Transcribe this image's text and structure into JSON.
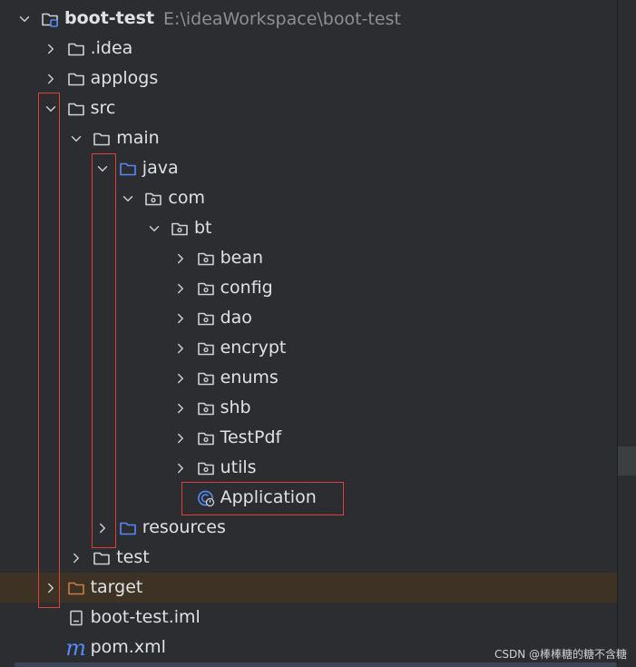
{
  "project": {
    "name": "boot-test",
    "path": "E:\\ideaWorkspace\\boot-test"
  },
  "rows": [
    {
      "label": "boot-test",
      "depth": 1,
      "chevron": "down",
      "icon": "module-folder-icon",
      "bold": true,
      "path": true
    },
    {
      "label": ".idea",
      "depth": 2,
      "chevron": "right",
      "icon": "folder-icon"
    },
    {
      "label": "applogs",
      "depth": 2,
      "chevron": "right",
      "icon": "folder-icon"
    },
    {
      "label": "src",
      "depth": 2,
      "chevron": "down",
      "icon": "folder-icon"
    },
    {
      "label": "main",
      "depth": 3,
      "chevron": "down",
      "icon": "folder-icon"
    },
    {
      "label": "java",
      "depth": 4,
      "chevron": "down",
      "icon": "source-folder-icon"
    },
    {
      "label": "com",
      "depth": 5,
      "chevron": "down",
      "icon": "package-icon"
    },
    {
      "label": "bt",
      "depth": 6,
      "chevron": "down",
      "icon": "package-icon"
    },
    {
      "label": "bean",
      "depth": 7,
      "chevron": "right",
      "icon": "package-icon"
    },
    {
      "label": "config",
      "depth": 7,
      "chevron": "right",
      "icon": "package-icon"
    },
    {
      "label": "dao",
      "depth": 7,
      "chevron": "right",
      "icon": "package-icon"
    },
    {
      "label": "encrypt",
      "depth": 7,
      "chevron": "right",
      "icon": "package-icon"
    },
    {
      "label": "enums",
      "depth": 7,
      "chevron": "right",
      "icon": "package-icon"
    },
    {
      "label": "shb",
      "depth": 7,
      "chevron": "right",
      "icon": "package-icon"
    },
    {
      "label": "TestPdf",
      "depth": 7,
      "chevron": "right",
      "icon": "package-icon"
    },
    {
      "label": "utils",
      "depth": 7,
      "chevron": "right",
      "icon": "package-icon"
    },
    {
      "label": "Application",
      "depth": 7,
      "chevron": "none",
      "icon": "spring-boot-class-icon"
    },
    {
      "label": "resources",
      "depth": 4,
      "chevron": "right",
      "icon": "resources-folder-icon"
    },
    {
      "label": "test",
      "depth": 3,
      "chevron": "right",
      "icon": "folder-icon"
    },
    {
      "label": "target",
      "depth": 2,
      "chevron": "right",
      "icon": "excluded-folder-icon",
      "highlight": true
    },
    {
      "label": "boot-test.iml",
      "depth": 2,
      "chevron": "none",
      "icon": "iml-file-icon"
    },
    {
      "label": "pom.xml",
      "depth": 2,
      "chevron": "none",
      "icon": "maven-icon"
    }
  ],
  "watermark": "CSDN @棒棒糖的糖不含糖",
  "colors": {
    "background": "#2b2d30",
    "text": "#dfe1e5",
    "muted": "#8c8f94",
    "icon_gray": "#ced0d6",
    "source_blue": "#548af7",
    "excluded_orange": "#c77d43",
    "annotation_red": "#e0403a",
    "highlight_row": "#3d3223"
  }
}
